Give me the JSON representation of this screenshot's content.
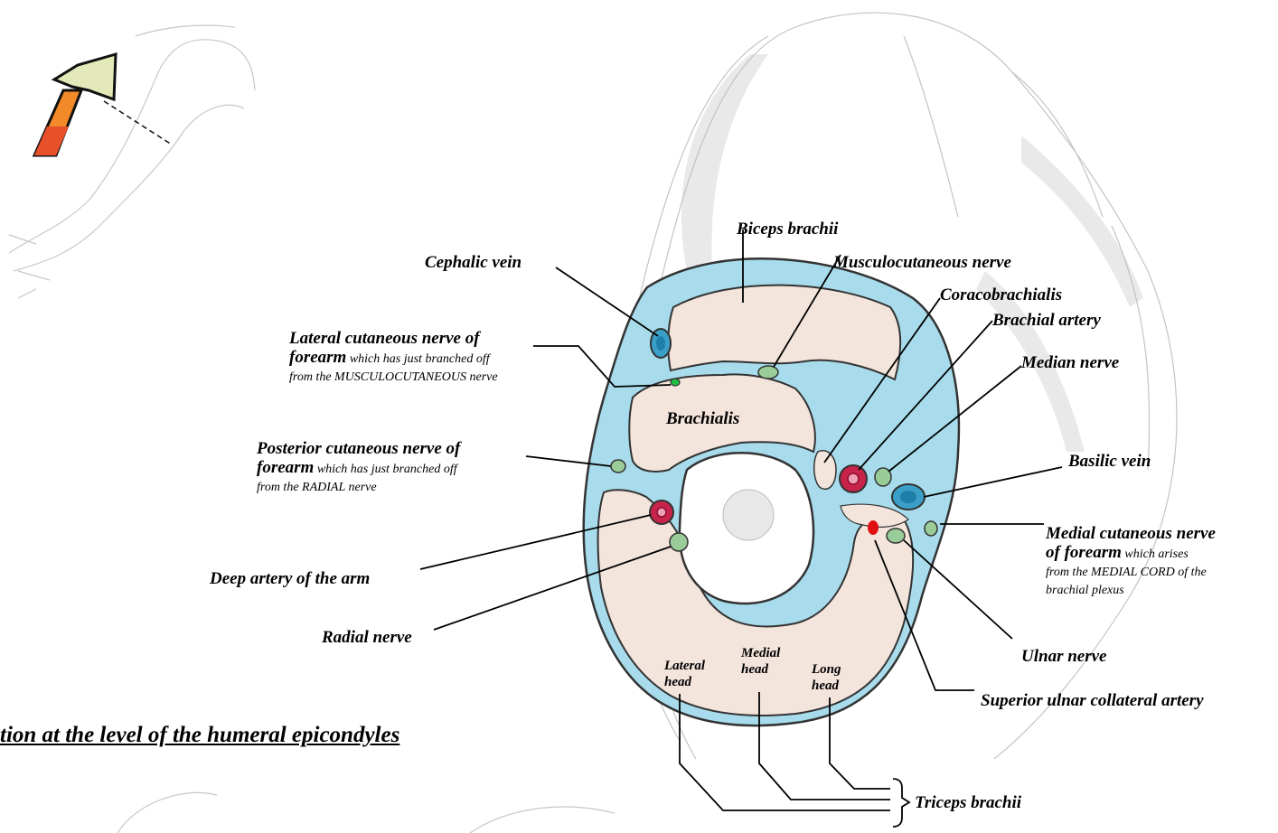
{
  "heading": "tion at the level of the humeral epicondyles",
  "labels": {
    "biceps_brachii": "Biceps brachii",
    "cephalic_vein": "Cephalic vein",
    "musculocutaneous_nerve": "Musculocutaneous nerve",
    "coracobrachialis": "Coracobrachialis",
    "brachial_artery": "Brachial artery",
    "median_nerve": "Median nerve",
    "brachialis": "Brachialis",
    "basilic_vein": "Basilic vein",
    "deep_artery": "Deep artery of the arm",
    "radial_nerve": "Radial nerve",
    "ulnar_nerve": "Ulnar nerve",
    "superior_ulnar_collateral": "Superior ulnar collateral artery",
    "triceps_brachii": "Triceps brachii"
  },
  "notes": {
    "lateral_cutaneous": {
      "line1": "Lateral cutaneous nerve of",
      "bold2": "forearm",
      "rest2": " which has just branched off",
      "line3": "from the MUSCULOCUTANEOUS nerve"
    },
    "posterior_cutaneous": {
      "line1": "Posterior cutaneous nerve of",
      "bold2": "forearm",
      "rest2": " which has just branched off",
      "line3": "from  the RADIAL nerve"
    },
    "medial_cutaneous": {
      "line1": "Medial cutaneous nerve",
      "bold2": "of forearm",
      "rest2": " which arises",
      "line3": "from the MEDIAL CORD of the",
      "line4": "brachial plexus"
    }
  },
  "heads": {
    "lateral": [
      "Lateral",
      "head"
    ],
    "medial": [
      "Medial",
      "head"
    ],
    "long": [
      "Long",
      "head"
    ]
  },
  "colors": {
    "fascia": "#a8dcec",
    "muscle": "#f3e4dc",
    "artery": "#c8234a",
    "vein": "#3aa0c8",
    "nerve": "#9acc9a",
    "nerve_bright": "#22bb44",
    "superior_ulnar": "#e01010"
  }
}
